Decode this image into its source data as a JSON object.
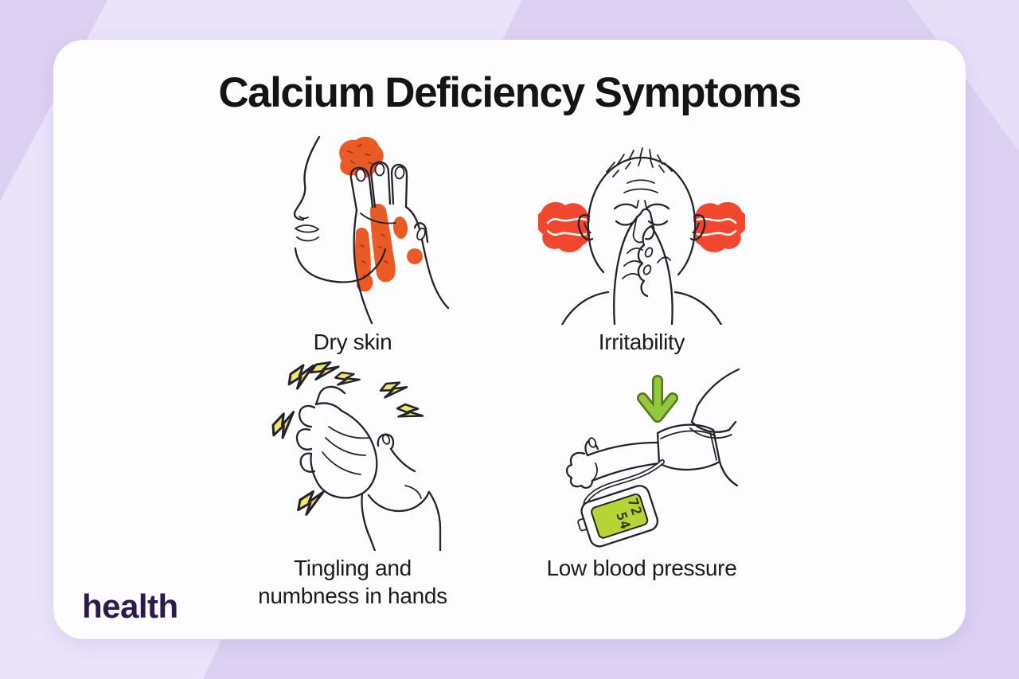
{
  "header": {
    "title": "Calcium Deficiency Symptoms"
  },
  "symptoms": [
    {
      "label": "Dry skin",
      "icon": "hand-scratching-cheek"
    },
    {
      "label": "Irritability",
      "icon": "person-steam-from-ears"
    },
    {
      "label": "Tingling and numbness in hands",
      "icon": "hands-with-lightning-bolts"
    },
    {
      "label": "Low blood pressure",
      "icon": "blood-pressure-cuff-arm"
    }
  ],
  "bp_monitor": {
    "systolic": "72",
    "diastolic": "54"
  },
  "brand": {
    "logo": "health"
  },
  "colors": {
    "background": "#dcd1f3",
    "background_light": "#eae3fa",
    "card": "#fdfcfe",
    "accent_orange": "#ea5a25",
    "accent_red": "#f1472f",
    "accent_yellow": "#f2e66d",
    "accent_green": "#94c83c",
    "screen_green": "#b7d437",
    "line": "#23232c",
    "logo_purple": "#2b1a4e",
    "title_text": "#141414"
  }
}
